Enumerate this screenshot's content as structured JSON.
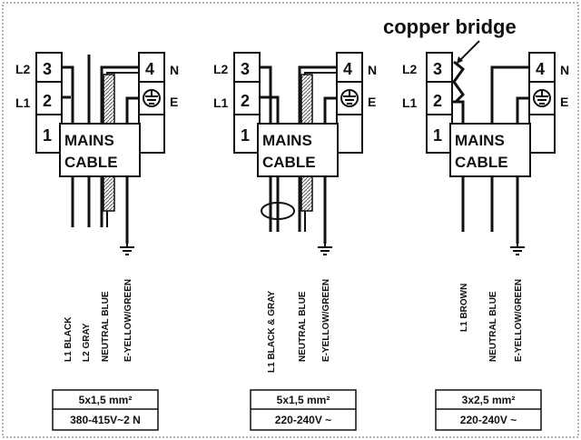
{
  "title": "copper bridge",
  "terminal_labels": {
    "l2": "L2",
    "l1": "L1",
    "n": "N",
    "e": "E"
  },
  "terminal_numbers": {
    "t1": "1",
    "t2": "2",
    "t3": "3",
    "t4": "4"
  },
  "mains_cable": {
    "line1": "MAINS",
    "line2": "CABLE"
  },
  "diagrams": [
    {
      "wires": [
        "L1 BLACK",
        "L2 GRAY",
        "NEUTRAL BLUE",
        "E-YELLOW/GREEN"
      ],
      "spec": {
        "cable": "5x1,5  mm²",
        "voltage": "380-415V~2  N"
      }
    },
    {
      "wires": [
        "L1 BLACK & GRAY",
        "NEUTRAL BLUE",
        "E-YELLOW/GREEN"
      ],
      "spec": {
        "cable": "5x1,5  mm²",
        "voltage": "220-240V  ~"
      }
    },
    {
      "wires": [
        "L1 BROWN",
        "NEUTRAL BLUE",
        "E-YELLOW/GREEN"
      ],
      "spec": {
        "cable": "3x2,5  mm²",
        "voltage": "220-240V  ~"
      }
    }
  ]
}
